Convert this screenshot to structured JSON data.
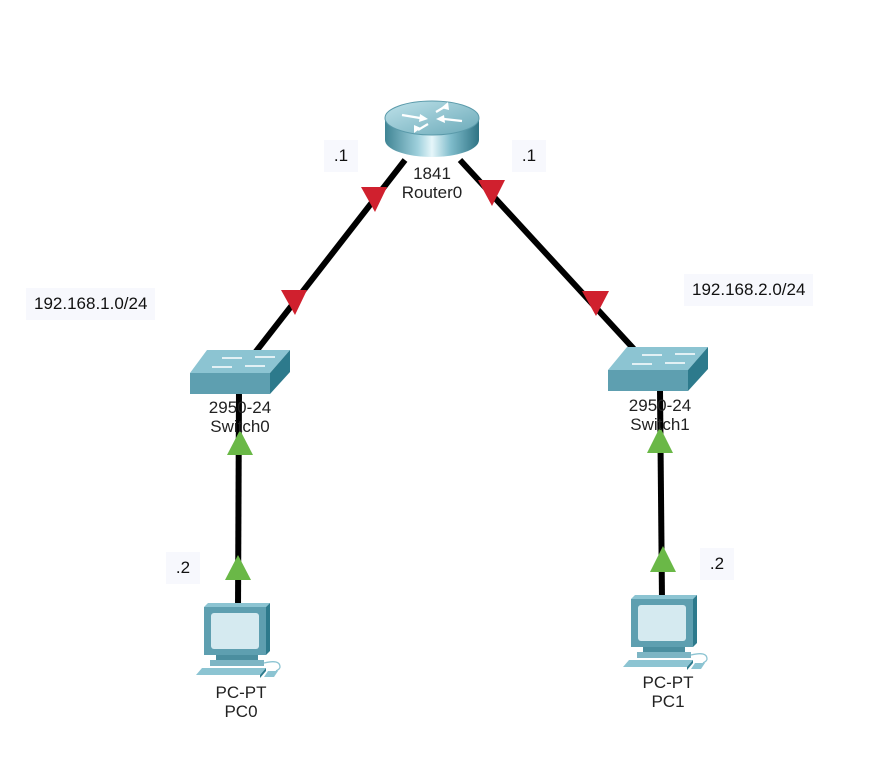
{
  "colors": {
    "link": "#000000",
    "link_down": "#d0202e",
    "link_up": "#6ab847",
    "note_bg": "#f7f8fd",
    "device_teal": "#5e9fb0"
  },
  "devices": [
    {
      "id": "router0",
      "icon": "router-icon",
      "model": "1841",
      "name": "Router0"
    },
    {
      "id": "switch0",
      "icon": "switch-icon",
      "model": "2950-24",
      "name": "Switch0"
    },
    {
      "id": "switch1",
      "icon": "switch-icon",
      "model": "2950-24",
      "name": "Switch1"
    },
    {
      "id": "pc0",
      "icon": "pc-icon",
      "model": "PC-PT",
      "name": "PC0"
    },
    {
      "id": "pc1",
      "icon": "pc-icon",
      "model": "PC-PT",
      "name": "PC1"
    }
  ],
  "links": [
    {
      "from": "router0",
      "to": "switch0",
      "from_status": "down",
      "to_status": "down"
    },
    {
      "from": "router0",
      "to": "switch1",
      "from_status": "down",
      "to_status": "down"
    },
    {
      "from": "switch0",
      "to": "pc0",
      "from_status": "up",
      "to_status": "up"
    },
    {
      "from": "switch1",
      "to": "pc1",
      "from_status": "up",
      "to_status": "up"
    }
  ],
  "notes": {
    "router_left_ip": ".1",
    "router_right_ip": ".1",
    "net_left": "192.168.1.0/24",
    "net_right": "192.168.2.0/24",
    "pc0_ip": ".2",
    "pc1_ip": ".2"
  }
}
